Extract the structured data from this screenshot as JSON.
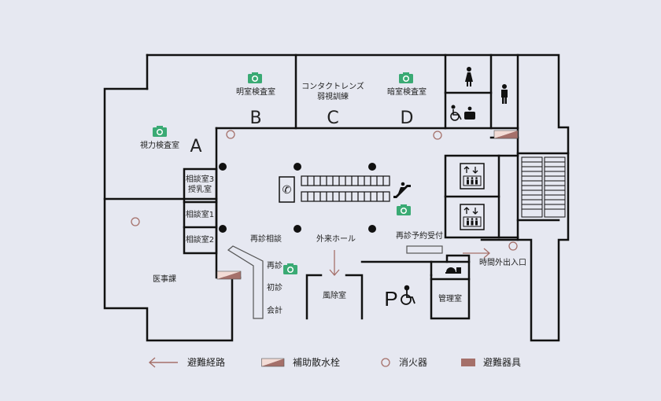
{
  "rooms": {
    "a": "A",
    "b": "B",
    "c": "C",
    "d": "D",
    "vision_test": "視力検査室",
    "bright_room": "明室検査室",
    "contact_line1": "コンタクトレンズ",
    "contact_line2": "弱視訓練",
    "dark_room": "暗室検査室",
    "consult3": "相談室3",
    "nursing": "授乳室",
    "consult1": "相談室1",
    "consult2": "相談室2",
    "medical_office": "医事課",
    "revisit_consult": "再診相談",
    "revisit": "再診",
    "first_visit": "初診",
    "cashier": "会計",
    "outpatient_hall": "外来ホール",
    "revisit_reservation": "再診予約受付",
    "windbreak": "風除室",
    "management": "管理室",
    "after_hours_entrance": "時間外出入口"
  },
  "parking_letter": "P",
  "legend": {
    "evacuation_route": "避難経路",
    "hydrant": "補助散水栓",
    "extinguisher": "消火器",
    "evac_equipment": "避難器具"
  },
  "colors": {
    "background": "#e6e8f1",
    "wall": "#111111",
    "camera": "#3aaa74",
    "accent": "#a5706a"
  },
  "icons": [
    "camera-icon",
    "telephone-icon",
    "escalator-icon",
    "elevator-icon",
    "female-restroom-icon",
    "male-restroom-icon",
    "wheelchair-icon",
    "parking-icon",
    "reception-bell-icon",
    "evacuation-arrow-icon",
    "hydrant-icon",
    "extinguisher-icon",
    "evac-equipment-icon"
  ]
}
